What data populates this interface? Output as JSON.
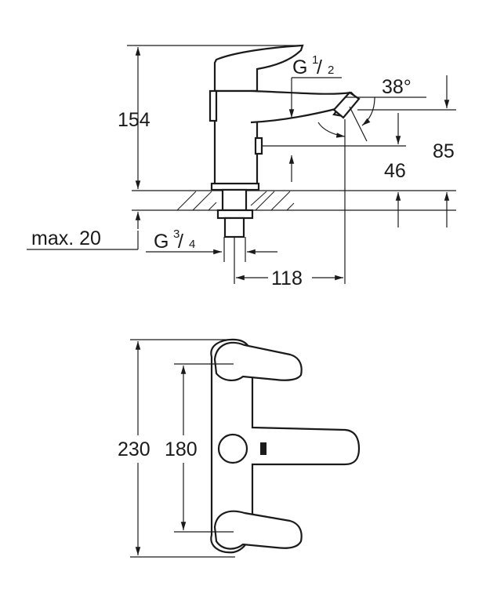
{
  "dimensions": {
    "height_total": "154",
    "thread_outlet_letter": "G",
    "thread_outlet_num": "1",
    "thread_outlet_den": "2",
    "spout_angle": "38°",
    "spout_height": "85",
    "outlet_height": "46",
    "mounting_max": "max. 20",
    "thread_inlet_letter": "G",
    "thread_inlet_num": "3",
    "thread_inlet_den": "4",
    "projection": "118",
    "width_total": "230",
    "center_distance": "180"
  }
}
